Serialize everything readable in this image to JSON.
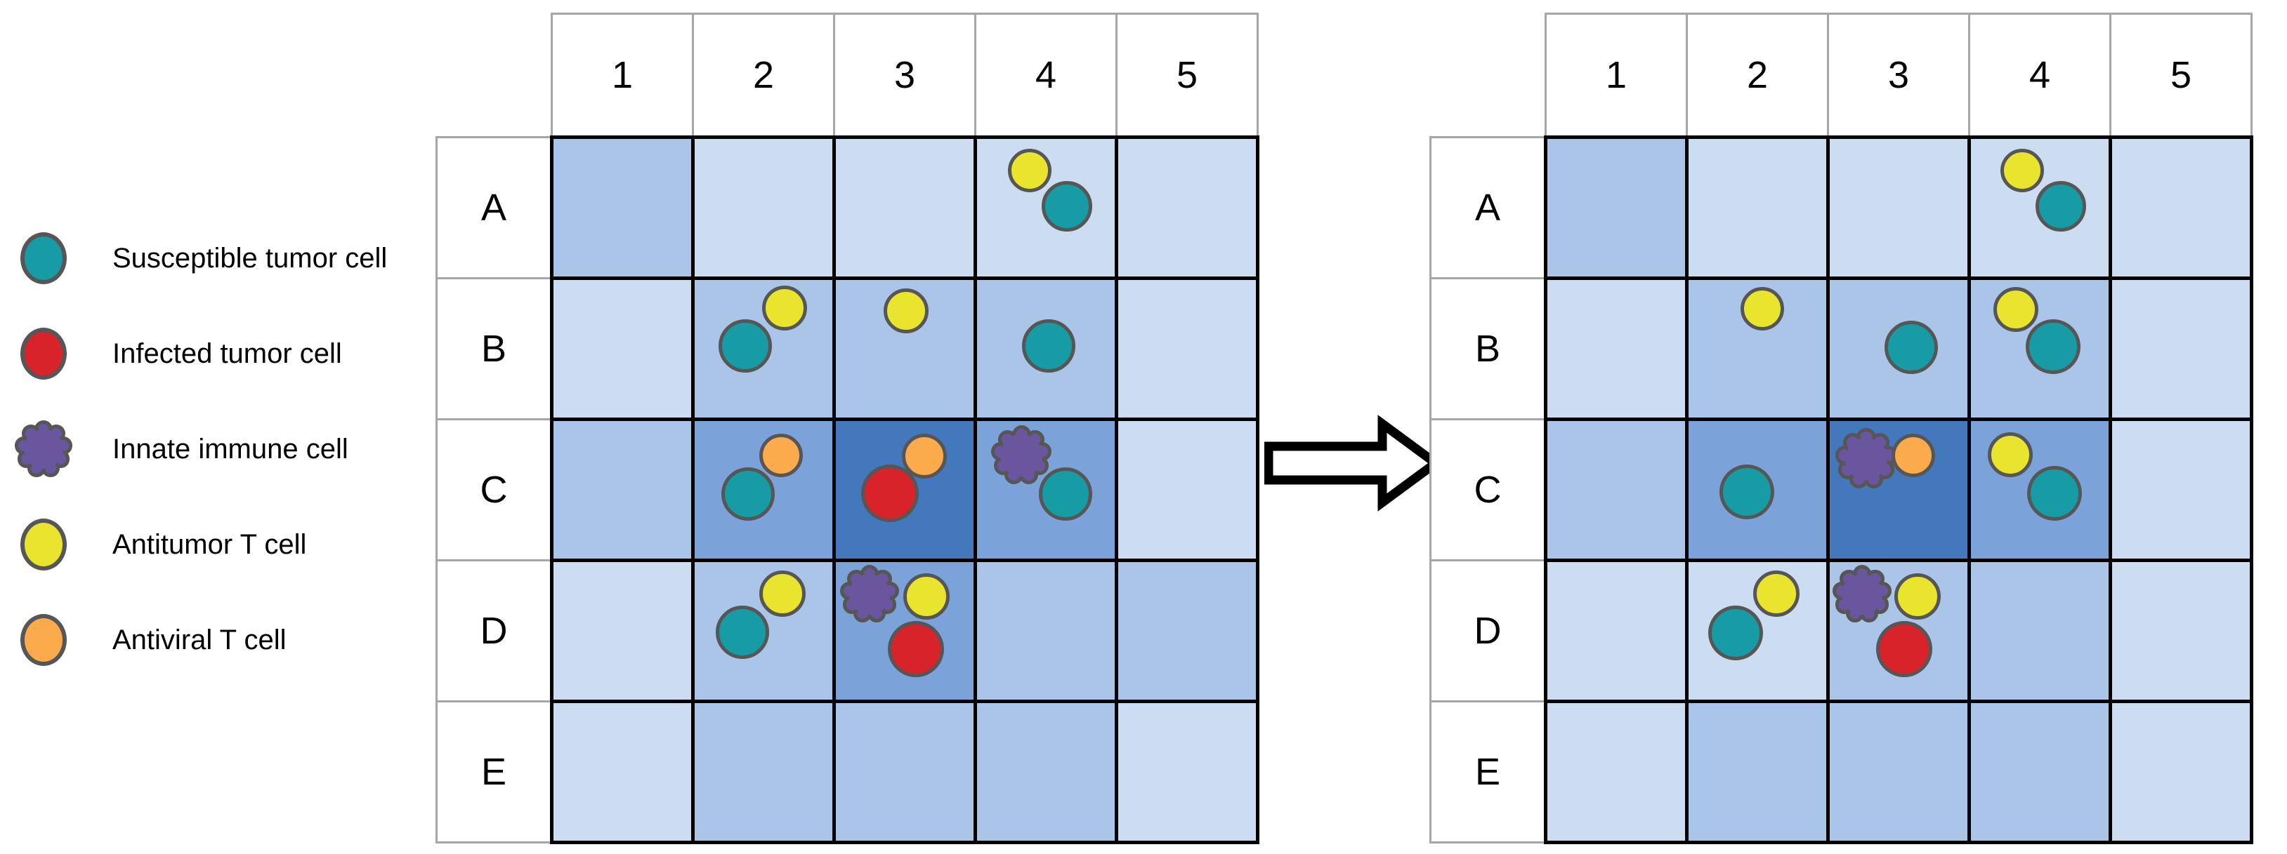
{
  "legend": {
    "items": [
      {
        "icon": "teal-circle-icon",
        "shape": "circle",
        "color": "#179ba5",
        "label": "Susceptible tumor cell"
      },
      {
        "icon": "red-circle-icon",
        "shape": "circle",
        "color": "#d9232a",
        "label": "Infected tumor cell"
      },
      {
        "icon": "purple-lobed-icon",
        "shape": "lobed",
        "color": "#6a559f",
        "label": "Innate immune cell"
      },
      {
        "icon": "yellow-circle-icon",
        "shape": "circle",
        "color": "#e9e52e",
        "label": "Antitumor T cell"
      },
      {
        "icon": "orange-circle-icon",
        "shape": "circle",
        "color": "#fbab4b",
        "label": "Antiviral T cell"
      }
    ]
  },
  "arrow": {
    "icon": "right-block-arrow-icon",
    "direction": "right"
  },
  "palette": {
    "shade_lightest": "#cdddf1",
    "shade_light": "#abc5e8",
    "shade_mid": "#7ba3da",
    "shade_dark": "#4478bd",
    "susceptible_tumor": "#179ba5",
    "infected_tumor": "#d9232a",
    "innate_immune": "#6a559f",
    "antitumor_t": "#e9e52e",
    "antiviral_t": "#fbab4b",
    "marker_stroke": "#565656",
    "grid_line": "#000000",
    "header_line": "#a6a6a6"
  },
  "grids": [
    {
      "name": "left-grid",
      "columns": [
        "1",
        "2",
        "3",
        "4",
        "5"
      ],
      "rows": [
        "A",
        "B",
        "C",
        "D",
        "E"
      ],
      "cells": {
        "A1": {
          "shade": 1,
          "markers": []
        },
        "A2": {
          "shade": 0,
          "markers": []
        },
        "A3": {
          "shade": 0,
          "markers": []
        },
        "A4": {
          "shade": 0,
          "markers": [
            {
              "type": "antitumor_t",
              "x": 44,
              "y": 14,
              "d": 62
            },
            {
              "type": "susceptible_tumor",
              "x": 92,
              "y": 60,
              "d": 72
            }
          ]
        },
        "A5": {
          "shade": 0,
          "markers": []
        },
        "B1": {
          "shade": 0,
          "markers": []
        },
        "B2": {
          "shade": 1,
          "markers": [
            {
              "type": "antitumor_t",
              "x": 96,
              "y": 8,
              "d": 64
            },
            {
              "type": "susceptible_tumor",
              "x": 34,
              "y": 56,
              "d": 76
            }
          ]
        },
        "B3": {
          "shade": 1,
          "markers": [
            {
              "type": "antitumor_t",
              "x": 68,
              "y": 12,
              "d": 64
            }
          ]
        },
        "B4": {
          "shade": 1,
          "markers": [
            {
              "type": "susceptible_tumor",
              "x": 64,
              "y": 56,
              "d": 76
            }
          ]
        },
        "B5": {
          "shade": 0,
          "markers": []
        },
        "C1": {
          "shade": 1,
          "markers": []
        },
        "C2": {
          "shade": 2,
          "markers": [
            {
              "type": "antiviral_t",
              "x": 92,
              "y": 18,
              "d": 62
            },
            {
              "type": "susceptible_tumor",
              "x": 38,
              "y": 66,
              "d": 76
            }
          ]
        },
        "C3": {
          "shade": 3,
          "markers": [
            {
              "type": "antiviral_t",
              "x": 94,
              "y": 18,
              "d": 64
            },
            {
              "type": "infected_tumor",
              "x": 36,
              "y": 62,
              "d": 82
            }
          ]
        },
        "C4": {
          "shade": 2,
          "markers": [
            {
              "type": "innate_immune",
              "x": 18,
              "y": 4,
              "d": 90
            },
            {
              "type": "susceptible_tumor",
              "x": 88,
              "y": 66,
              "d": 76
            }
          ]
        },
        "C5": {
          "shade": 0,
          "markers": []
        },
        "D1": {
          "shade": 0,
          "markers": []
        },
        "D2": {
          "shade": 1,
          "markers": [
            {
              "type": "antitumor_t",
              "x": 92,
              "y": 12,
              "d": 66
            },
            {
              "type": "susceptible_tumor",
              "x": 30,
              "y": 62,
              "d": 76
            }
          ]
        },
        "D3": {
          "shade": 2,
          "markers": [
            {
              "type": "innate_immune",
              "x": 4,
              "y": 2,
              "d": 88
            },
            {
              "type": "antitumor_t",
              "x": 96,
              "y": 16,
              "d": 66
            },
            {
              "type": "infected_tumor",
              "x": 74,
              "y": 84,
              "d": 80
            }
          ]
        },
        "D4": {
          "shade": 1,
          "markers": []
        },
        "D5": {
          "shade": 1,
          "markers": []
        },
        "E1": {
          "shade": 0,
          "markers": []
        },
        "E2": {
          "shade": 1,
          "markers": []
        },
        "E3": {
          "shade": 1,
          "markers": []
        },
        "E4": {
          "shade": 1,
          "markers": []
        },
        "E5": {
          "shade": 0,
          "markers": []
        }
      }
    },
    {
      "name": "right-grid",
      "columns": [
        "1",
        "2",
        "3",
        "4",
        "5"
      ],
      "rows": [
        "A",
        "B",
        "C",
        "D",
        "E"
      ],
      "cells": {
        "A1": {
          "shade": 1,
          "markers": []
        },
        "A2": {
          "shade": 0,
          "markers": []
        },
        "A3": {
          "shade": 0,
          "markers": []
        },
        "A4": {
          "shade": 0,
          "markers": [
            {
              "type": "antitumor_t",
              "x": 42,
              "y": 14,
              "d": 62
            },
            {
              "type": "susceptible_tumor",
              "x": 92,
              "y": 60,
              "d": 72
            }
          ]
        },
        "A5": {
          "shade": 0,
          "markers": []
        },
        "B1": {
          "shade": 0,
          "markers": []
        },
        "B2": {
          "shade": 1,
          "markers": [
            {
              "type": "antitumor_t",
              "x": 74,
              "y": 10,
              "d": 62
            }
          ]
        },
        "B3": {
          "shade": 1,
          "markers": [
            {
              "type": "susceptible_tumor",
              "x": 78,
              "y": 58,
              "d": 76
            }
          ]
        },
        "B4": {
          "shade": 1,
          "markers": [
            {
              "type": "antitumor_t",
              "x": 32,
              "y": 10,
              "d": 64
            },
            {
              "type": "susceptible_tumor",
              "x": 78,
              "y": 56,
              "d": 78
            }
          ]
        },
        "B5": {
          "shade": 0,
          "markers": []
        },
        "C1": {
          "shade": 1,
          "markers": []
        },
        "C2": {
          "shade": 2,
          "markers": [
            {
              "type": "susceptible_tumor",
              "x": 44,
              "y": 62,
              "d": 78
            }
          ]
        },
        "C3": {
          "shade": 3,
          "markers": [
            {
              "type": "innate_immune",
              "x": 6,
              "y": 8,
              "d": 92
            },
            {
              "type": "antiviral_t",
              "x": 88,
              "y": 18,
              "d": 62
            }
          ]
        },
        "C4": {
          "shade": 2,
          "markers": [
            {
              "type": "antitumor_t",
              "x": 24,
              "y": 16,
              "d": 64
            },
            {
              "type": "susceptible_tumor",
              "x": 80,
              "y": 64,
              "d": 78
            }
          ]
        },
        "C5": {
          "shade": 0,
          "markers": []
        },
        "D1": {
          "shade": 0,
          "markers": []
        },
        "D2": {
          "shade": 0,
          "markers": [
            {
              "type": "antitumor_t",
              "x": 92,
              "y": 12,
              "d": 66
            },
            {
              "type": "susceptible_tumor",
              "x": 28,
              "y": 62,
              "d": 78
            }
          ]
        },
        "D3": {
          "shade": 1,
          "markers": [
            {
              "type": "innate_immune",
              "x": 2,
              "y": 2,
              "d": 88
            },
            {
              "type": "antitumor_t",
              "x": 92,
              "y": 16,
              "d": 66
            },
            {
              "type": "infected_tumor",
              "x": 66,
              "y": 84,
              "d": 80
            }
          ]
        },
        "D4": {
          "shade": 1,
          "markers": []
        },
        "D5": {
          "shade": 0,
          "markers": []
        },
        "E1": {
          "shade": 0,
          "markers": []
        },
        "E2": {
          "shade": 1,
          "markers": []
        },
        "E3": {
          "shade": 1,
          "markers": []
        },
        "E4": {
          "shade": 1,
          "markers": []
        },
        "E5": {
          "shade": 0,
          "markers": []
        }
      }
    }
  ]
}
